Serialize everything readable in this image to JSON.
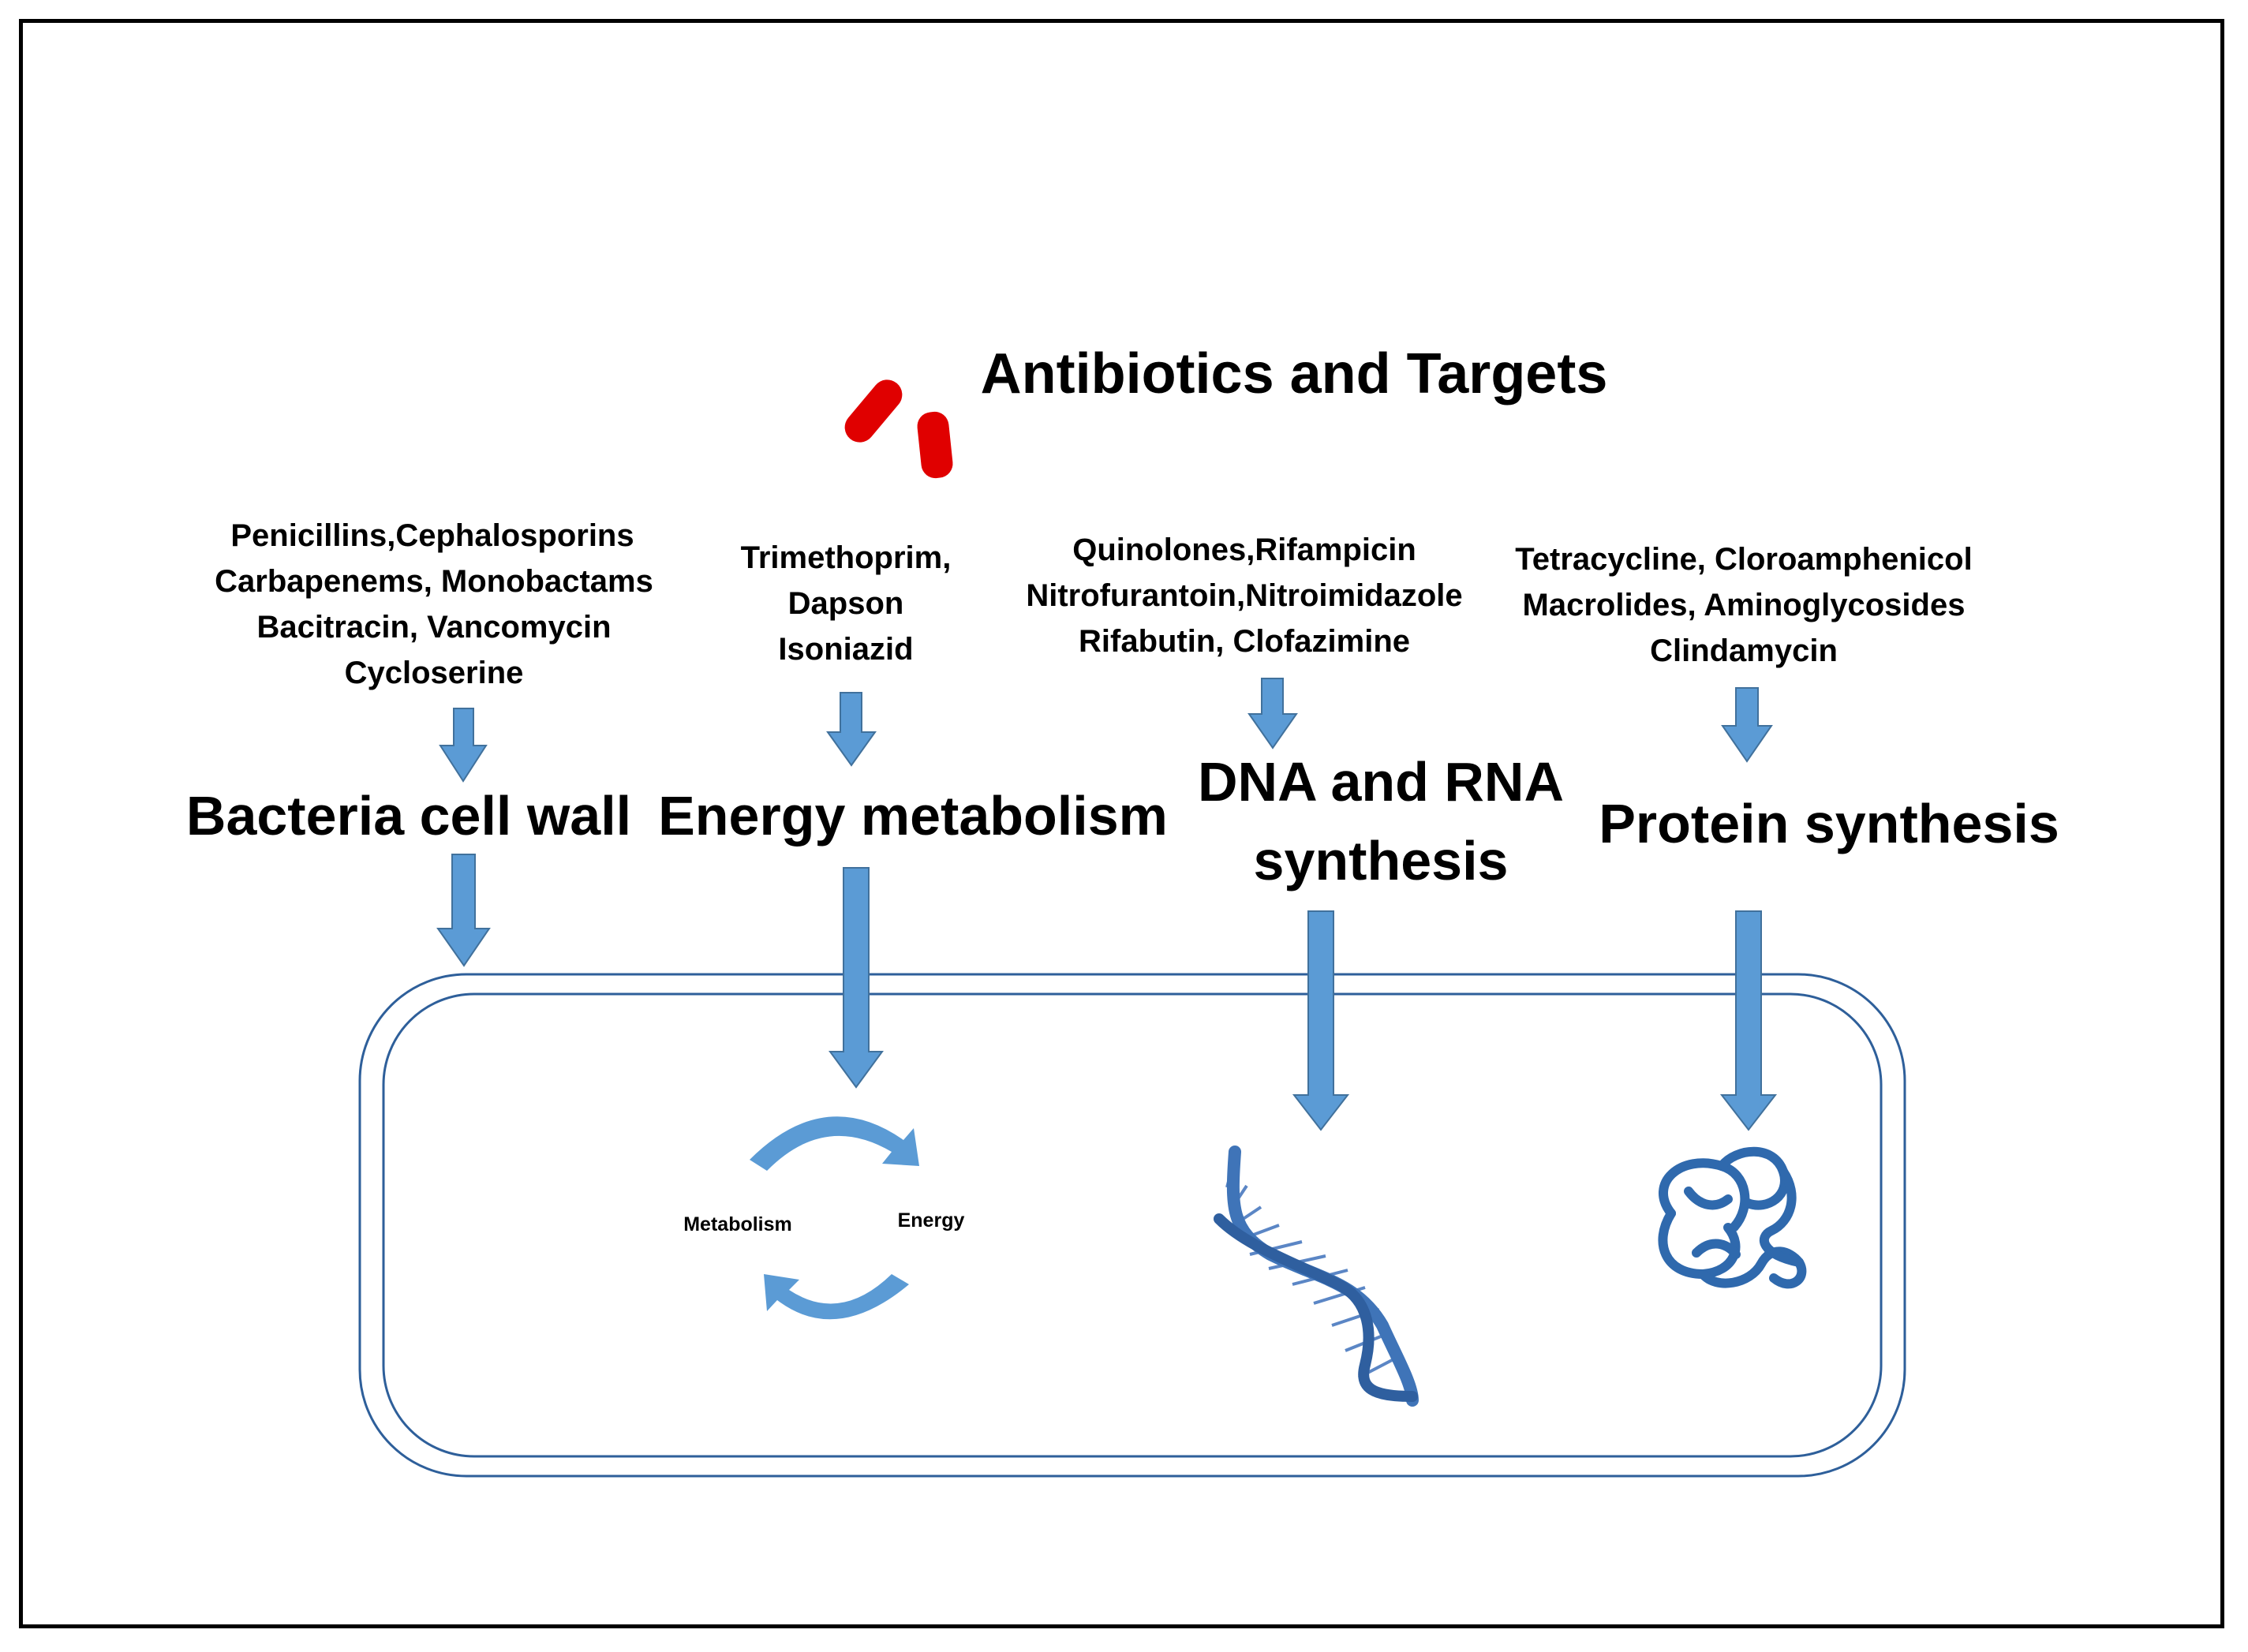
{
  "title": "Antibiotics and Targets",
  "columns": [
    {
      "drugs": [
        "Penicillins,Cephalosporins",
        "Carbapenems,  Monobactams",
        "Bacitracin,  Vancomycin",
        "Cycloserine"
      ],
      "target": [
        "Bacteria cell  wall"
      ]
    },
    {
      "drugs": [
        "Trimethoprim,",
        "Dapson",
        "Isoniazid"
      ],
      "target": [
        "Energy metabolism"
      ]
    },
    {
      "drugs": [
        "Quinolones,Rifampicin",
        "Nitrofurantoin,Nitroimidazole",
        "Rifabutin,  Clofazimine"
      ],
      "target": [
        "DNA and RNA",
        "synthesis"
      ]
    },
    {
      "drugs": [
        "Tetracycline,  Cloroamphenicol",
        "Macrolides,  Aminoglycosides",
        "Clindamycin"
      ],
      "target": [
        "Protein synthesis"
      ]
    }
  ],
  "cycle_labels": {
    "left": "Metabolism",
    "right": "Energy"
  },
  "colors": {
    "arrow": "#5b9bd5",
    "arrow_stroke": "#41719c",
    "pill": "#e00000",
    "cell_outline": "#2e5f9a",
    "dna": "#3f74b8",
    "protein": "#2f69ad"
  },
  "icons": [
    "pill-icon",
    "metabolism-cycle-icon",
    "dna-helix-icon",
    "protein-fold-icon"
  ]
}
